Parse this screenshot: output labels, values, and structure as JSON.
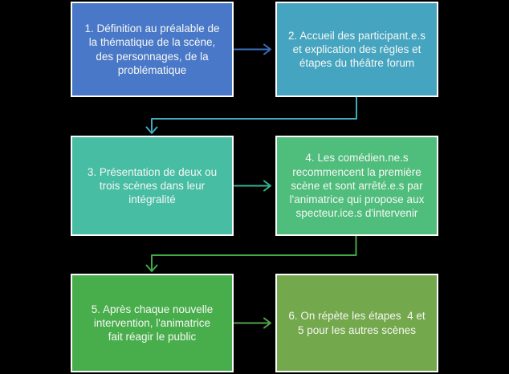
{
  "canvas": {
    "background": "#000000",
    "text_color": "#f6f7f4",
    "box_border_color": "#ffffff"
  },
  "diagram": {
    "type": "flowchart",
    "boxes": [
      {
        "step": "1",
        "text": "1. Définition au préalable de\nla thématique de la scène,\ndes personnages, de la\nproblématique",
        "fill": "#4a78c8"
      },
      {
        "step": "2",
        "text": "2. Accueil des participant.e.s\net explication des règles et\nétapes du théâtre forum",
        "fill": "#45a4c0"
      },
      {
        "step": "3",
        "text": "3. Présentation de deux ou\ntrois scènes dans leur\nintégralité",
        "fill": "#47bda4"
      },
      {
        "step": "4",
        "text": "4. Les comédien.ne.s\nrecommencent la première\nscène et sont arrêté.e.s par\nl'animatrice qui propose aux\nspecteur.ice.s d'intervenir",
        "fill": "#4fbd7b"
      },
      {
        "step": "5",
        "text": "5. Après chaque nouvelle\nintervention, l'animatrice\nfait réagir le public",
        "fill": "#48ae4c"
      },
      {
        "step": "6",
        "text": "6. On répète les étapes  4 et\n5 pour les autres scènes",
        "fill": "#74a84c"
      }
    ],
    "connectors": [
      {
        "from": "1",
        "to": "2",
        "style": "straight-right",
        "color": "#3a6fbd"
      },
      {
        "from": "2",
        "to": "3",
        "style": "elbow-down-left",
        "color": "#41abbd"
      },
      {
        "from": "3",
        "to": "4",
        "style": "straight-right",
        "color": "#33b493"
      },
      {
        "from": "4",
        "to": "5",
        "style": "elbow-down-left",
        "color": "#41aa47"
      },
      {
        "from": "5",
        "to": "6",
        "style": "straight-right",
        "color": "#54a34a"
      }
    ]
  }
}
